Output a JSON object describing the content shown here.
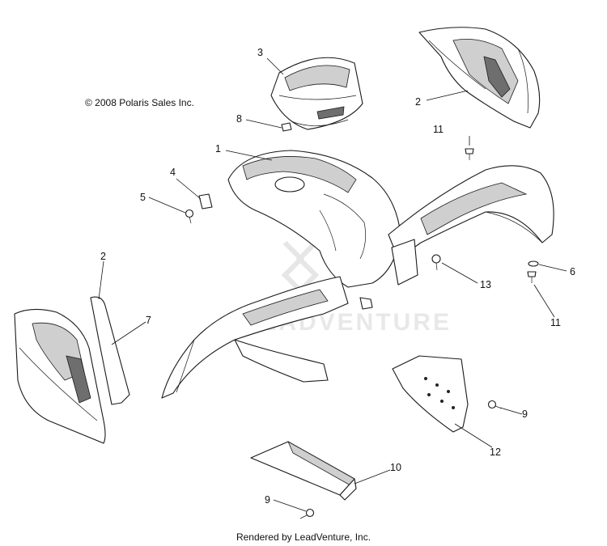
{
  "copyright": "© 2008 Polaris Sales Inc.",
  "footer": "Rendered by LeadVenture, Inc.",
  "watermark": "LEADVENTURE",
  "callouts": [
    {
      "id": "1"
    },
    {
      "id": "2"
    },
    {
      "id": "3"
    },
    {
      "id": "8"
    },
    {
      "id": "4"
    },
    {
      "id": "5"
    },
    {
      "id": "11"
    },
    {
      "id": "6"
    },
    {
      "id": "11"
    },
    {
      "id": "13"
    },
    {
      "id": "2"
    },
    {
      "id": "7"
    },
    {
      "id": "9"
    },
    {
      "id": "12"
    },
    {
      "id": "10"
    },
    {
      "id": "9"
    }
  ]
}
